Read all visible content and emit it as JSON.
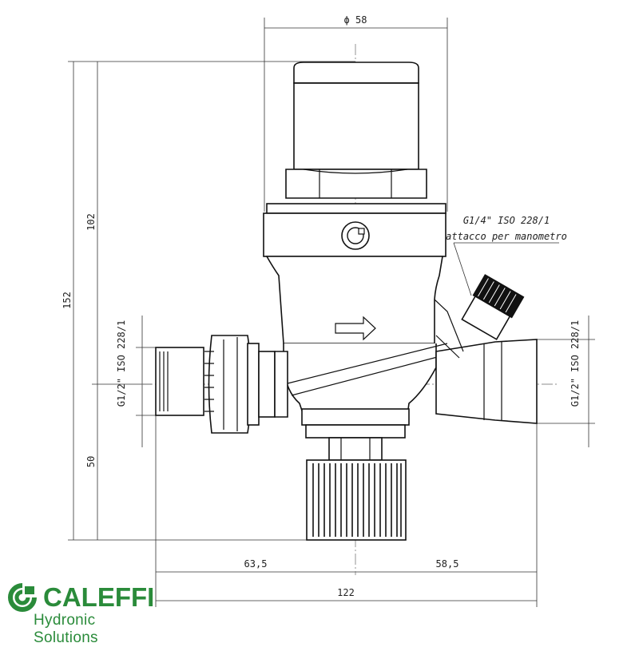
{
  "dimensions": {
    "diameter_top": "ϕ 58",
    "height_upper": "102",
    "height_total": "152",
    "height_lower": "50",
    "width_left": "63,5",
    "width_right": "58,5",
    "width_total": "122"
  },
  "connections": {
    "left_thread": "G1/2\" ISO 228/1",
    "right_thread": "G1/2\" ISO 228/1",
    "gauge_thread": "G1/4\" ISO 228/1",
    "gauge_note": "attacco per manometro"
  },
  "brand": {
    "name": "CALEFFI",
    "tagline": "Hydronic Solutions",
    "color": "#2a8b3a"
  }
}
